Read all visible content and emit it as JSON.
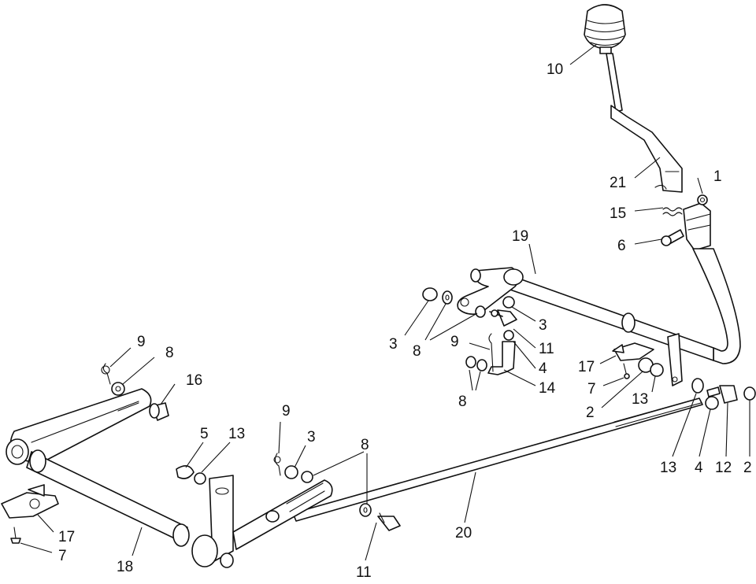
{
  "callouts": [
    {
      "id": "c10",
      "text": "10"
    },
    {
      "id": "c21",
      "text": "21"
    },
    {
      "id": "c1",
      "text": "1"
    },
    {
      "id": "c15",
      "text": "15"
    },
    {
      "id": "c6",
      "text": "6"
    },
    {
      "id": "c19",
      "text": "19"
    },
    {
      "id": "c3a",
      "text": "3"
    },
    {
      "id": "c8a",
      "text": "8"
    },
    {
      "id": "c3b",
      "text": "3"
    },
    {
      "id": "c9a",
      "text": "9"
    },
    {
      "id": "c11a",
      "text": "11"
    },
    {
      "id": "c4a",
      "text": "4"
    },
    {
      "id": "c14",
      "text": "14"
    },
    {
      "id": "c8b",
      "text": "8"
    },
    {
      "id": "c17a",
      "text": "17"
    },
    {
      "id": "c7a",
      "text": "7"
    },
    {
      "id": "c13a",
      "text": "13"
    },
    {
      "id": "c2a",
      "text": "2"
    },
    {
      "id": "c9b",
      "text": "9"
    },
    {
      "id": "c8c",
      "text": "8"
    },
    {
      "id": "c16",
      "text": "16"
    },
    {
      "id": "c9c",
      "text": "9"
    },
    {
      "id": "c5",
      "text": "5"
    },
    {
      "id": "c13b",
      "text": "13"
    },
    {
      "id": "c3c",
      "text": "3"
    },
    {
      "id": "c8d",
      "text": "8"
    },
    {
      "id": "c13c",
      "text": "13"
    },
    {
      "id": "c4b",
      "text": "4"
    },
    {
      "id": "c12",
      "text": "12"
    },
    {
      "id": "c2b",
      "text": "2"
    },
    {
      "id": "c20",
      "text": "20"
    },
    {
      "id": "c17b",
      "text": "17"
    },
    {
      "id": "c7b",
      "text": "7"
    },
    {
      "id": "c18",
      "text": "18"
    },
    {
      "id": "c11b",
      "text": "11"
    }
  ]
}
